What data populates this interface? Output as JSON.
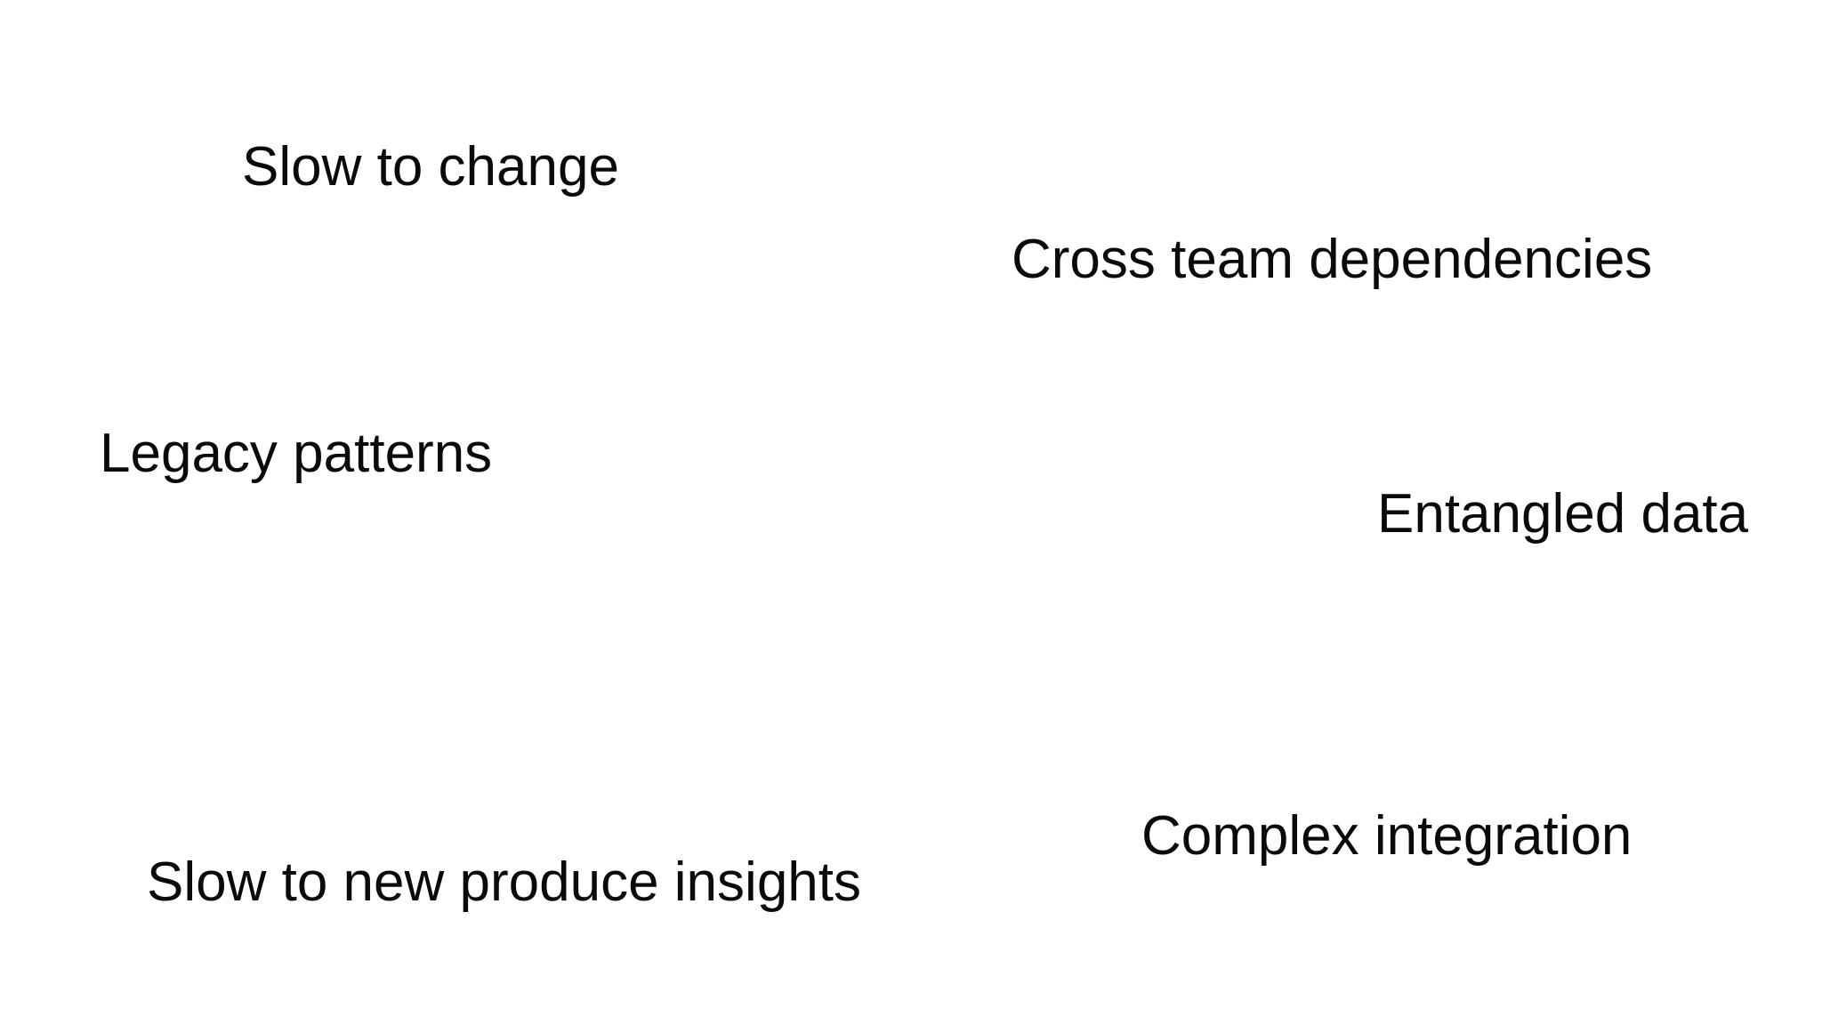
{
  "slide": {
    "background_color": "#ffffff",
    "text_color": "#0a0a0a",
    "labels": {
      "slow_to_change": "Slow to change",
      "cross_team_dependencies": "Cross team dependencies",
      "legacy_patterns": "Legacy patterns",
      "entangled_data": "Entangled data",
      "slow_to_new_produce_insights": "Slow to new produce insights",
      "complex_integration": "Complex integration"
    }
  }
}
